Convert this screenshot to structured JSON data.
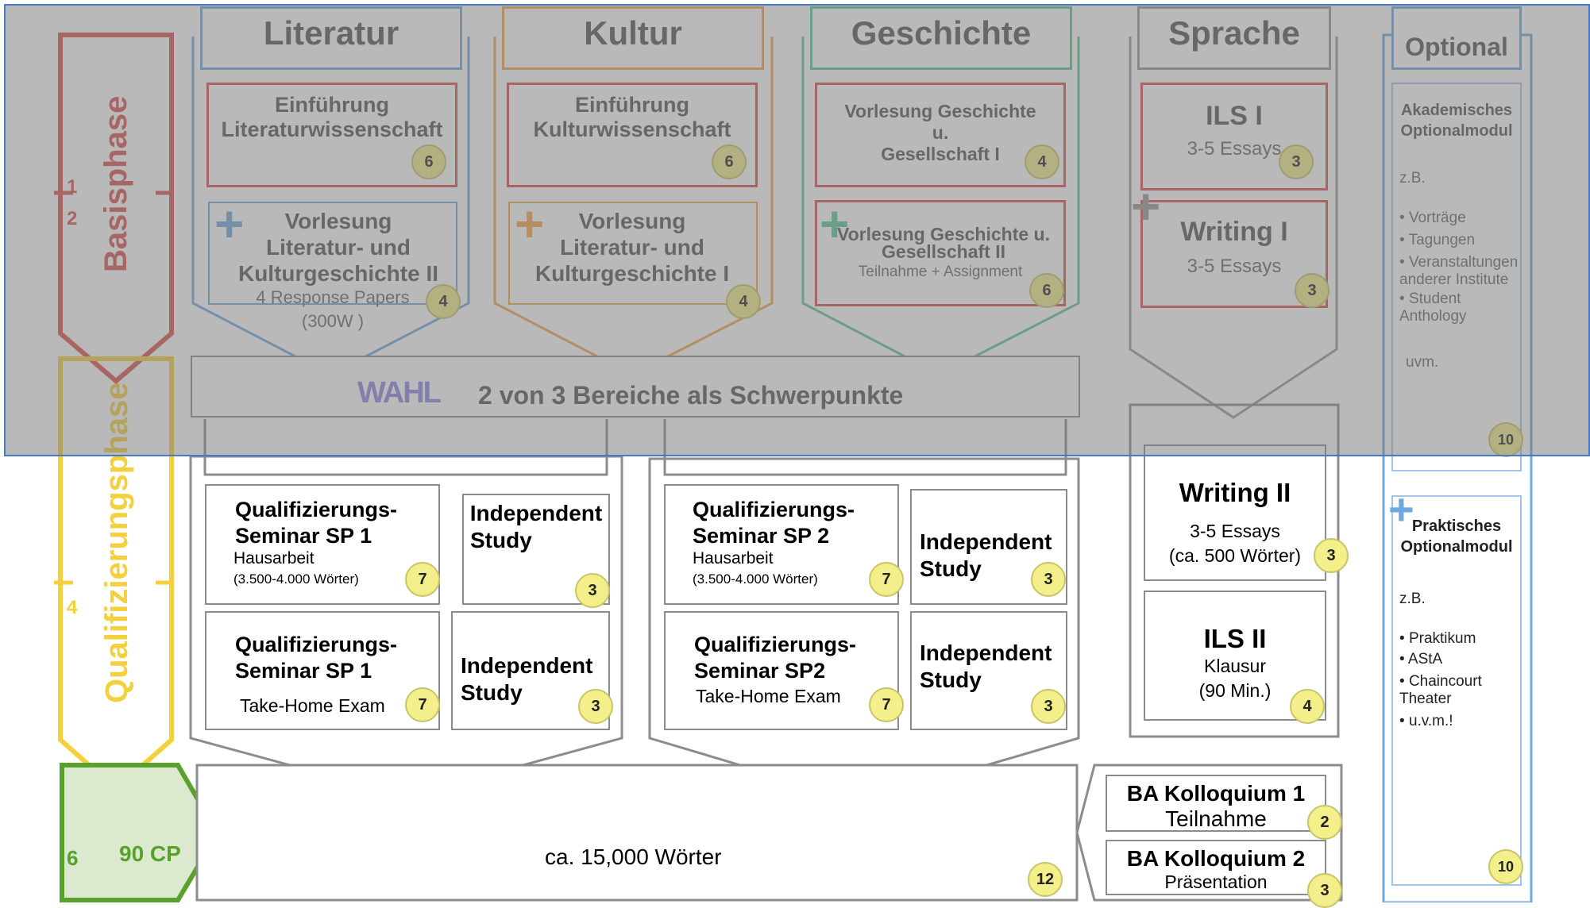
{
  "columns": {
    "literatur": "Literatur",
    "kultur": "Kultur",
    "geschichte": "Geschichte",
    "sprache": "Sprache",
    "optional": "Optional"
  },
  "phases": {
    "basis": "Basisphase",
    "basis_num1": "1",
    "basis_num2": "2",
    "quali": "Qualifizierungsphase",
    "quali_num": "4",
    "final_num": "6",
    "final_cp": "90 CP"
  },
  "basis": {
    "lit1": {
      "line1": "Einführung",
      "line2": "Literaturwissenschaft",
      "cp": "6"
    },
    "kul1": {
      "line1": "Einführung",
      "line2": "Kulturwissenschaft",
      "cp": "6"
    },
    "ges1": {
      "line1": "Vorlesung Geschichte",
      "line2": "u.",
      "line3": "Gesellschaft I",
      "cp": "4"
    },
    "spr1": {
      "title": "ILS I",
      "sub": "3-5 Essays",
      "cp": "3"
    },
    "lit2": {
      "line1": "Vorlesung",
      "line2": "Literatur- und",
      "line3": "Kulturgeschichte II",
      "line4": "4 Response Papers",
      "line5": "(300W )",
      "cp": "4"
    },
    "kul2": {
      "line1": "Vorlesung",
      "line2": "Literatur- und",
      "line3": "Kulturgeschichte I",
      "cp": "4"
    },
    "ges2": {
      "line1": "Vorlesung Geschichte u.",
      "line2": "Gesellschaft II",
      "line3": "Teilnahme + Assignment",
      "cp": "6"
    },
    "spr2": {
      "title": "Writing I",
      "sub": "3-5 Essays",
      "cp": "3"
    }
  },
  "wahl": {
    "label": "WAHL",
    "text": "2 von 3 Bereiche als Schwerpunkte"
  },
  "optional": {
    "akad_title1": "Akademisches",
    "akad_title2": "Optionalmodul",
    "zb": "z.B.",
    "akad_items": [
      "Vorträge",
      "Tagungen",
      "Veranstaltungen anderer Institute",
      "Student Anthology"
    ],
    "akad_more": "uvm.",
    "akad_cp": "10",
    "prak_title1": "Praktisches",
    "prak_title2": "Optionalmodul",
    "prak_zb": "z.B.",
    "prak_items": [
      "Praktikum",
      "AStA",
      "Chaincourt Theater",
      "u.v.m.!"
    ],
    "prak_cp": "10"
  },
  "sp1": {
    "a_title1": "Qualifizierungs-",
    "a_title2": "Seminar SP 1",
    "a_sub": "Hausarbeit",
    "a_note": "(3.500-4.000 Wörter)",
    "a_cp": "7",
    "b_title1": "Independent",
    "b_title2": "Study",
    "b_cp": "3",
    "c_title1": "Qualifizierungs-",
    "c_title2": "Seminar SP 1",
    "c_sub": "Take-Home Exam",
    "c_cp": "7",
    "d_title1": "Independent",
    "d_title2": "Study",
    "d_cp": "3"
  },
  "sp2": {
    "a_title1": "Qualifizierungs-",
    "a_title2": "Seminar SP 2",
    "a_sub": "Hausarbeit",
    "a_note": "(3.500-4.000 Wörter)",
    "a_cp": "7",
    "b_title1": "Independent",
    "b_title2": "Study",
    "b_cp": "3",
    "c_title1": "Qualifizierungs-",
    "c_title2": "Seminar SP2",
    "c_sub": "Take-Home Exam",
    "c_cp": "7",
    "d_title1": "Independent",
    "d_title2": "Study",
    "d_cp": "3"
  },
  "sprache_q": {
    "w_title": "Writing II",
    "w_sub": "3-5 Essays",
    "w_note": "(ca. 500 Wörter)",
    "w_cp": "3",
    "i_title": "ILS II",
    "i_sub": "Klausur",
    "i_note": "(90 Min.)",
    "i_cp": "4"
  },
  "thesis": {
    "text": "ca. 15,000 Wörter",
    "cp": "12"
  },
  "kolloquium": {
    "k1_title": "BA Kolloquium 1",
    "k1_sub": "Teilnahme",
    "k1_cp": "2",
    "k2_title": "BA Kolloquium 2",
    "k2_sub": "Präsentation",
    "k2_cp": "3"
  },
  "colors": {
    "basis": "#d9534f",
    "quali": "#f4d03f",
    "final": "#5aa02c",
    "literatur": "#6fa8dc",
    "kultur": "#f0a64a",
    "geschichte": "#5cc596",
    "badge": "#f3ef8a",
    "overlay": "#787878"
  }
}
